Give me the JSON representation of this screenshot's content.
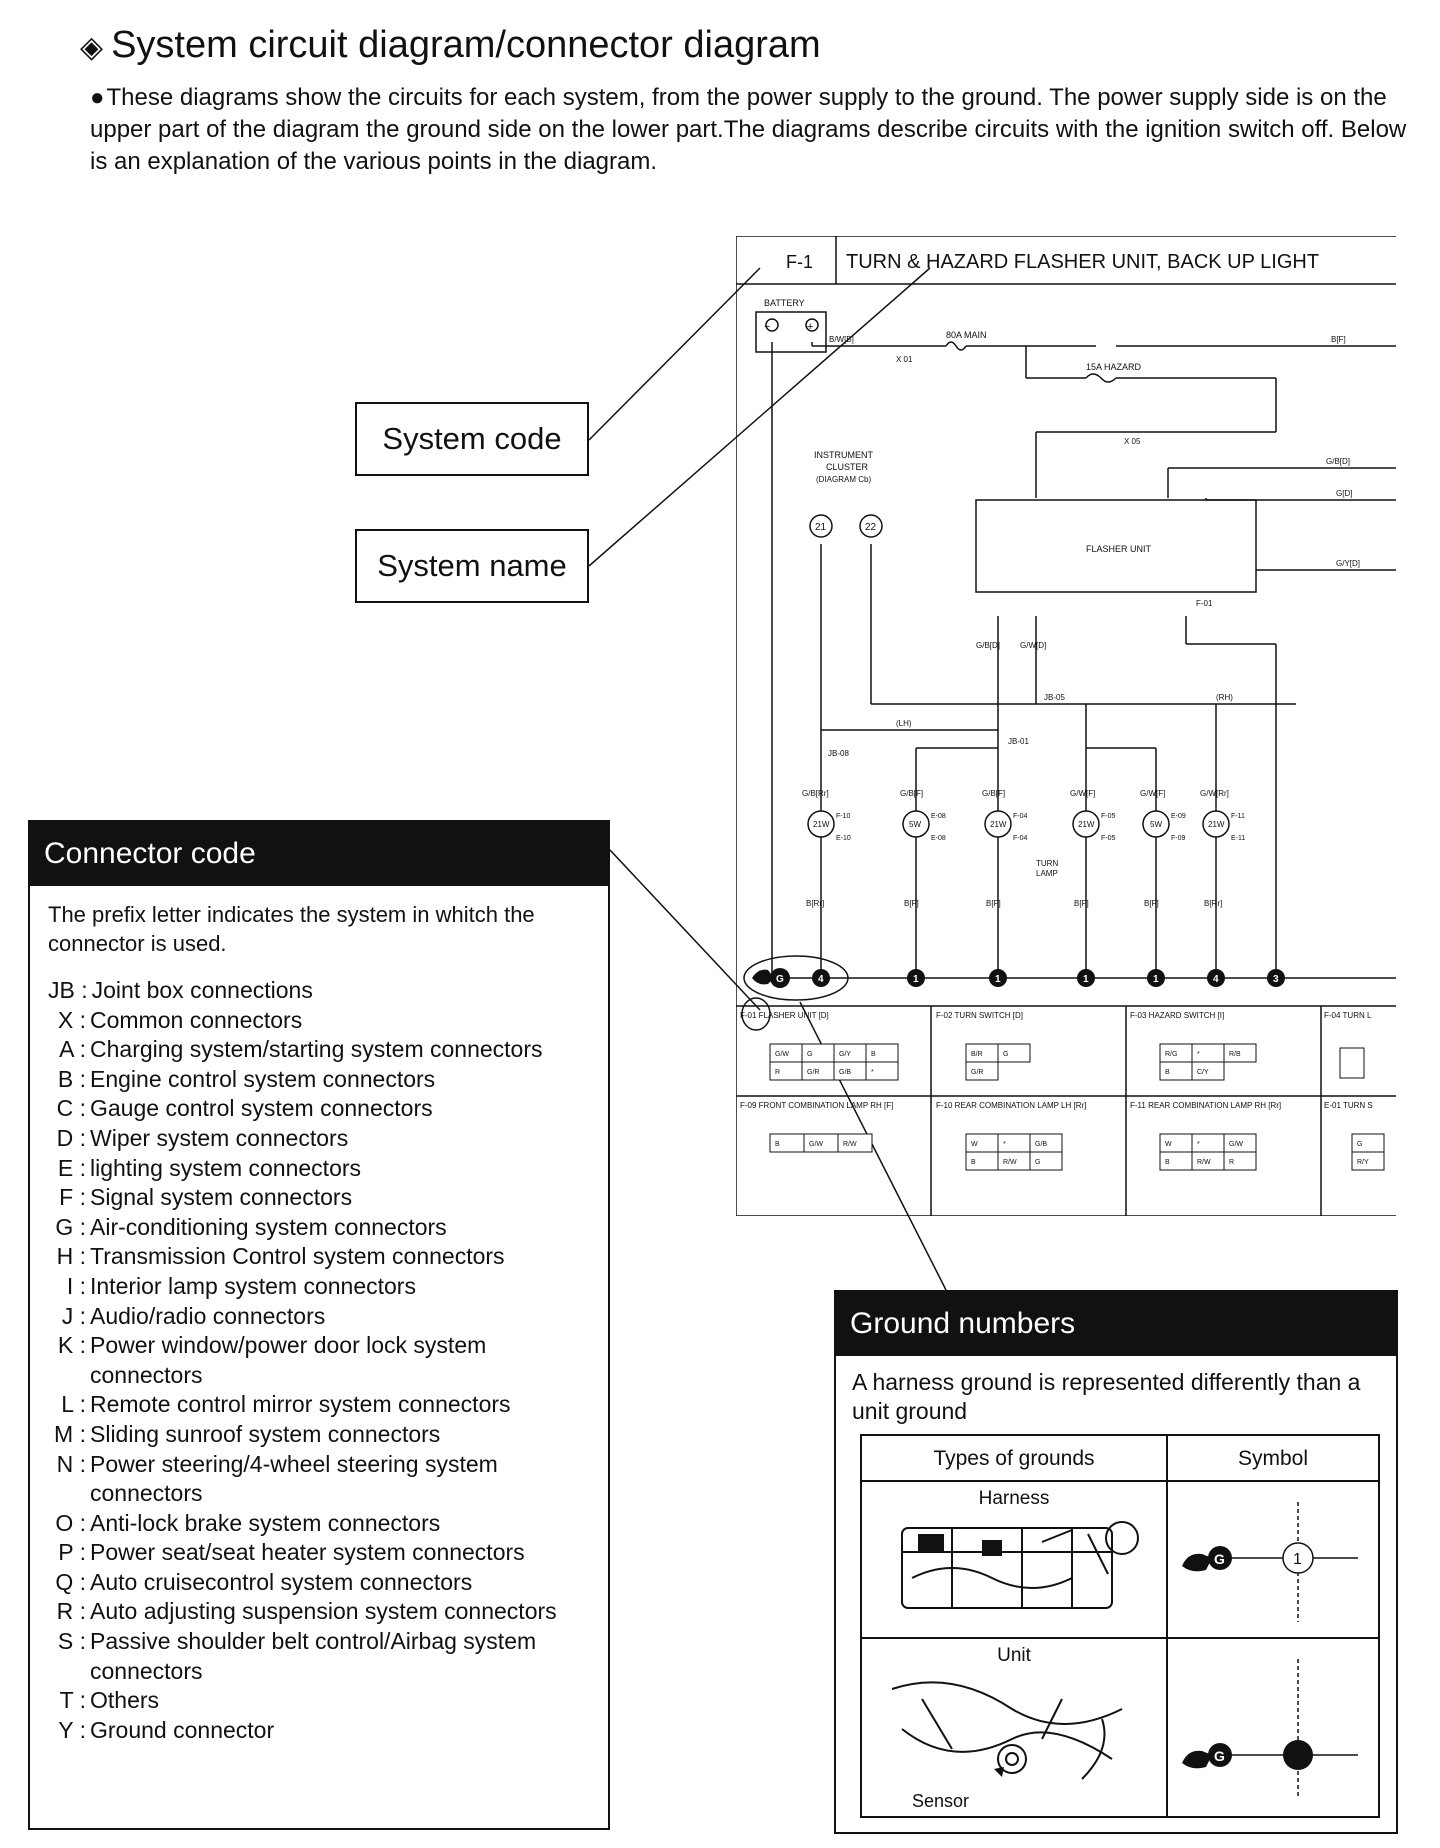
{
  "header": {
    "title": "System circuit diagram/connector diagram",
    "intro": "These diagrams show the circuits for each system, from the power supply to the ground. The power supply side is on the upper part of the diagram the ground side on the lower part.The diagrams describe circuits with the ignition switch off. Below is an explanation of the various points in the diagram."
  },
  "callouts": {
    "system_code": "System code",
    "system_name": "System name"
  },
  "diagram": {
    "system_code": "F-1",
    "system_name": "TURN & HAZARD FLASHER UNIT, BACK UP LIGHT",
    "battery": "BATTERY",
    "fuse_main": "80A MAIN",
    "fuse_hazard": "15A HAZARD",
    "instrument_cluster": [
      "INSTRUMENT",
      "CLUSTER",
      "(DIAGRAM Cb)"
    ],
    "cluster_terminals": [
      "21",
      "22"
    ],
    "flasher_unit": "FLASHER UNIT",
    "turn_lamp": [
      "TURN",
      "LAMP"
    ],
    "lh": "(LH)",
    "rh": "(RH)",
    "wire_labels": {
      "bw_b": "B/W[B]",
      "b_f": "B[F]",
      "x01": "X 01",
      "x05": "X 05",
      "gb_d": "G/B[D]",
      "g_d": "G[D]",
      "gy_d": "G/Y[D]",
      "gb_d2": "G/B[D]",
      "gw_d": "G/W[D]",
      "jb05": "JB-05",
      "jb01": "JB-01",
      "jb08": "JB-08",
      "f01": "F-01"
    },
    "lamps": [
      {
        "watt": "21W",
        "wire_top": "G/B[Rr]",
        "conn_top": "F-10",
        "conn_bot": "E-10",
        "wire_bot": "B[Rr]"
      },
      {
        "watt": "5W",
        "wire_top": "G/B[F]",
        "conn_top": "E-08",
        "conn_bot": "E-08",
        "wire_bot": "B[F]"
      },
      {
        "watt": "21W",
        "wire_top": "G/B[F]",
        "conn_top": "F-04",
        "conn_bot": "F-04",
        "wire_bot": "B[F]"
      },
      {
        "watt": "21W",
        "wire_top": "G/W[F]",
        "conn_top": "F-05",
        "conn_bot": "F-05",
        "wire_bot": "B[F]"
      },
      {
        "watt": "5W",
        "wire_top": "G/W[F]",
        "conn_top": "E-09",
        "conn_bot": "F-09",
        "wire_bot": "B[F]"
      },
      {
        "watt": "21W",
        "wire_top": "G/W[Rr]",
        "conn_top": "F-11",
        "conn_bot": "E-11",
        "wire_bot": "B[Rr]"
      }
    ],
    "ground_nums": [
      "4",
      "1",
      "1",
      "1",
      "1",
      "4",
      "3"
    ],
    "connectors": [
      {
        "title": "F-01 FLASHER UNIT [D]",
        "cells": [
          "G/W",
          "G",
          "G/Y",
          "B",
          "R",
          "G/R",
          "G/B",
          "*"
        ]
      },
      {
        "title": "F-02 TURN SWITCH [D]",
        "cells": [
          "B/R",
          "G",
          "G/R"
        ]
      },
      {
        "title": "F-03 HAZARD SWITCH [I]",
        "cells": [
          "R/G",
          "*",
          "R/B",
          "B",
          "C/Y"
        ]
      },
      {
        "title": "F-04 TURN L",
        "cells": []
      },
      {
        "title": "F-09 FRONT COMBINATION LAMP RH [F]",
        "cells": [
          "B",
          "G/W",
          "R/W"
        ]
      },
      {
        "title": "F-10 REAR COMBINATION LAMP LH [Rr]",
        "cells": [
          "W",
          "*",
          "G/B",
          "B",
          "R/W",
          "G"
        ]
      },
      {
        "title": "F-11 REAR COMBINATION LAMP RH [Rr]",
        "cells": [
          "W",
          "*",
          "G/W",
          "B",
          "R/W",
          "R"
        ]
      },
      {
        "title": "E-01 TURN S",
        "cells": [
          "G",
          "R/Y"
        ]
      }
    ]
  },
  "connector_panel": {
    "heading": "Connector code",
    "description": "The prefix letter indicates the system in whitch the connector is used.",
    "items": [
      {
        "code": "JB",
        "text": "Joint box connections"
      },
      {
        "code": "X",
        "text": "Common connectors"
      },
      {
        "code": "A",
        "text": "Charging system/starting system connectors"
      },
      {
        "code": "B",
        "text": "Engine control system connectors"
      },
      {
        "code": "C",
        "text": "Gauge control system connectors"
      },
      {
        "code": "D",
        "text": "Wiper system connectors"
      },
      {
        "code": "E",
        "text": "lighting system connectors"
      },
      {
        "code": "F",
        "text": "Signal system connectors"
      },
      {
        "code": "G",
        "text": "Air-conditioning system connectors"
      },
      {
        "code": "H",
        "text": "Transmission Control system connectors"
      },
      {
        "code": "I",
        "text": "Interior lamp system connectors"
      },
      {
        "code": "J",
        "text": "Audio/radio connectors"
      },
      {
        "code": "K",
        "text": "Power window/power door lock system connectors"
      },
      {
        "code": "L",
        "text": "Remote control mirror system connectors"
      },
      {
        "code": "M",
        "text": "Sliding sunroof system connectors"
      },
      {
        "code": "N",
        "text": "Power steering/4-wheel steering system connectors"
      },
      {
        "code": "O",
        "text": "Anti-lock brake system connectors"
      },
      {
        "code": "P",
        "text": "Power seat/seat heater system connectors"
      },
      {
        "code": "Q",
        "text": "Auto cruisecontrol system connectors"
      },
      {
        "code": "R",
        "text": "Auto adjusting suspension system connectors"
      },
      {
        "code": "S",
        "text": "Passive shoulder belt control/Airbag system connectors"
      },
      {
        "code": "T",
        "text": "Others"
      },
      {
        "code": "Y",
        "text": "Ground connector"
      }
    ]
  },
  "ground_panel": {
    "heading": "Ground numbers",
    "description": "A harness ground is represented differently than a unit ground",
    "col_types": "Types of grounds",
    "col_symbol": "Symbol",
    "row_harness": "Harness",
    "row_unit": "Unit",
    "sensor": "Sensor",
    "harness_symbol_num": "1",
    "ground_letter": "G"
  }
}
